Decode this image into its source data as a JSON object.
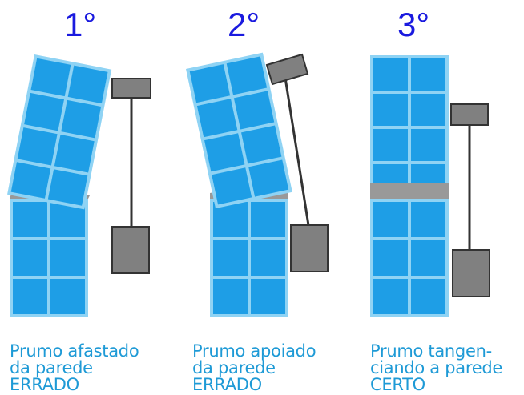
{
  "steps": [
    {
      "number": "1°",
      "caption": [
        "Prumo afastado",
        "da parede",
        "ERRADO"
      ]
    },
    {
      "number": "2°",
      "caption": [
        "Prumo apoiado",
        "da parede",
        "ERRADO"
      ]
    },
    {
      "number": "3°",
      "caption": [
        "Prumo tangen-",
        "ciando a parede",
        "CERTO"
      ]
    }
  ],
  "colors": {
    "number": "#1a1adf",
    "caption": "#1e9ad6",
    "block_fill": "#1e9ee6",
    "block_border": "#8fd3f4",
    "mortar": "#999999",
    "plumb": "#808080",
    "line": "#333333"
  },
  "icons": [
    "plumb-bob-icon"
  ]
}
